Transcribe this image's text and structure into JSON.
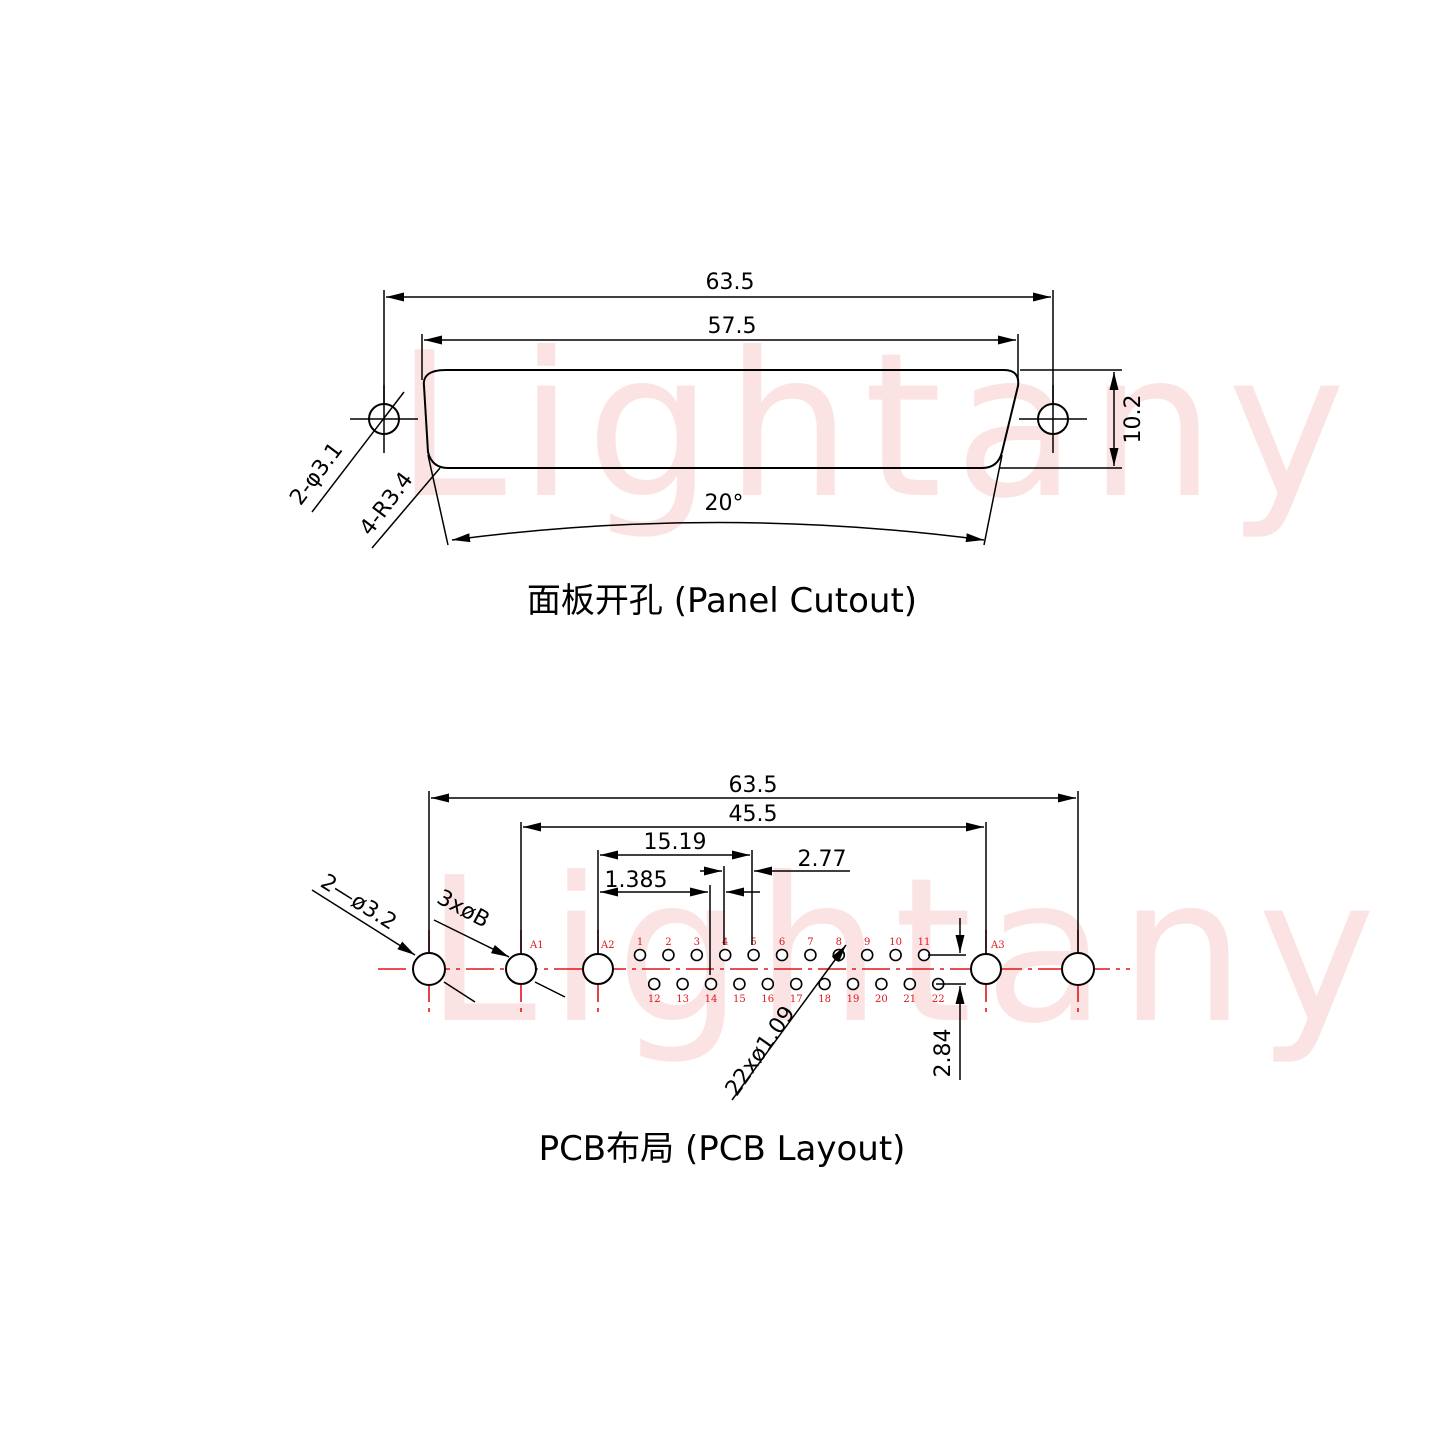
{
  "watermark": "Lightany",
  "panel": {
    "caption": "面板开孔 (Panel Cutout)",
    "dim_overall": "63.5",
    "dim_inner": "57.5",
    "dim_height": "10.2",
    "dim_angle": "20°",
    "label_holes": "2-φ3.1",
    "label_radius": "4-R3.4"
  },
  "pcb": {
    "caption": "PCB布局 (PCB Layout)",
    "dim_overall": "63.5",
    "dim_mid": "45.5",
    "dim_row": "15.19",
    "dim_pitch": "2.77",
    "dim_offset": "1.385",
    "dim_rowgap": "2.84",
    "label_mount": "2—ø3.2",
    "label_coax": "3xøB",
    "label_pins": "22xø1.09",
    "coax_labels": [
      "A1",
      "A2",
      "A3"
    ],
    "top_pins": [
      "1",
      "2",
      "3",
      "4",
      "5",
      "6",
      "7",
      "8",
      "9",
      "10",
      "11"
    ],
    "bottom_pins": [
      "12",
      "13",
      "14",
      "15",
      "16",
      "17",
      "18",
      "19",
      "20",
      "21",
      "22"
    ]
  }
}
